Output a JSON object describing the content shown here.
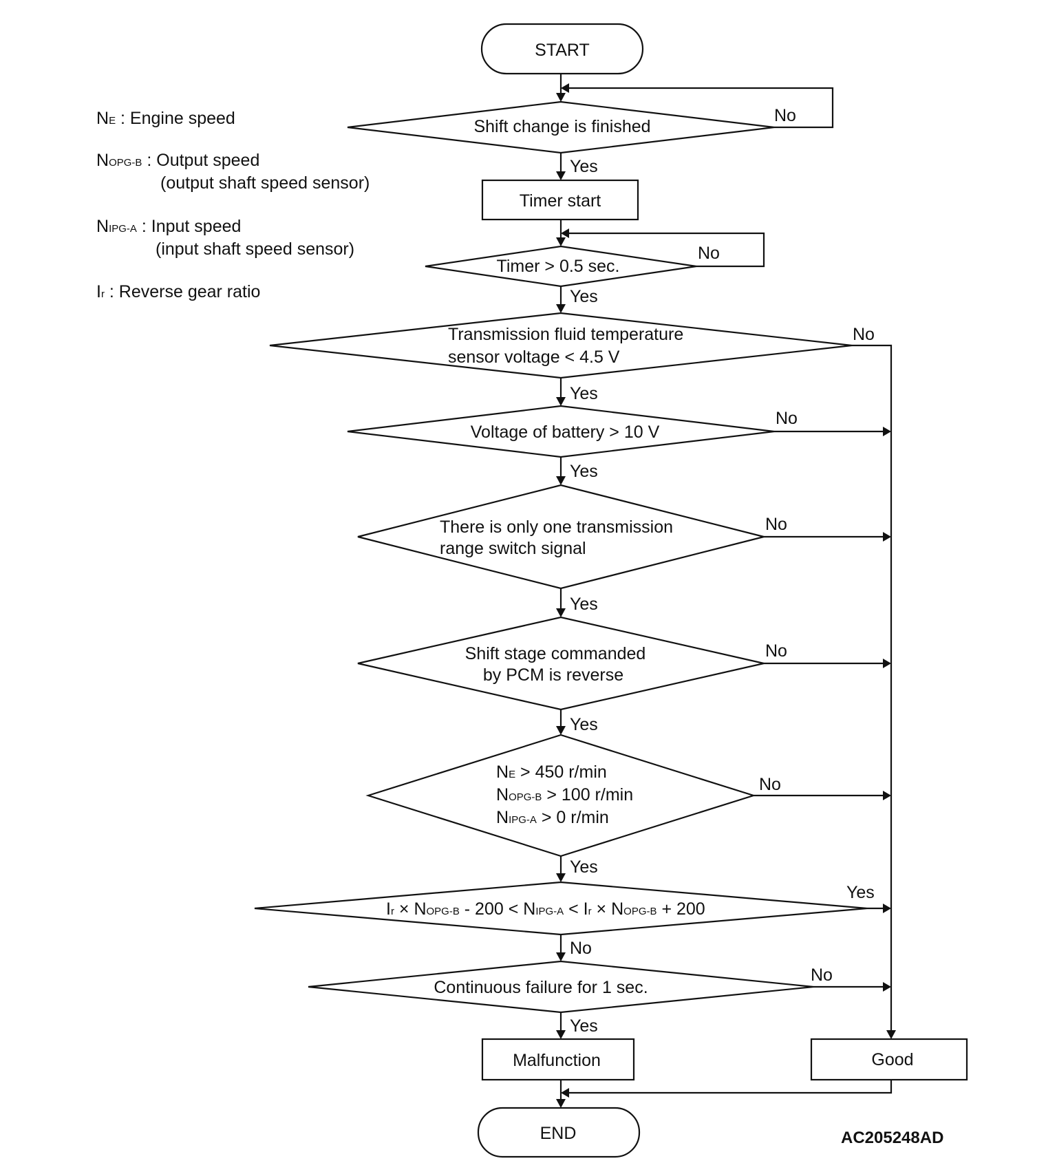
{
  "legend": {
    "ne": {
      "main": "N",
      "sub": "E",
      "desc": " : Engine speed"
    },
    "nopg": {
      "main": "N",
      "sub": "OPG-B",
      "desc": " : Output speed",
      "desc2": "(output shaft speed sensor)"
    },
    "nipg": {
      "main": "N",
      "sub": "IPG-A",
      "desc": " : Input speed",
      "desc2": "(input shaft speed sensor)"
    },
    "ir": {
      "main": "I",
      "sub": "r",
      "desc": " : Reverse gear ratio"
    }
  },
  "nodes": {
    "start": "START",
    "shift_finished": "Shift change is finished",
    "timer_start": "Timer start",
    "timer_check": "Timer > 0.5 sec.",
    "fluid_temp_1": "Transmission fluid temperature",
    "fluid_temp_2": "sensor voltage < 4.5 V",
    "battery": "Voltage of battery > 10 V",
    "range_switch_1": "There is only one transmission",
    "range_switch_2": "range switch signal",
    "shift_stage_1": "Shift stage commanded",
    "shift_stage_2": "by PCM is reverse",
    "speed_cond": {
      "ne": {
        "main": "N",
        "sub": "E",
        "rest": " > 450 r/min"
      },
      "nopg": {
        "main": "N",
        "sub": "OPG-B",
        "rest": " > 100 r/min"
      },
      "nipg": {
        "main": "N",
        "sub": "IPG-A",
        "rest": " > 0 r/min"
      }
    },
    "ratio_check": {
      "ir1": "I",
      "ir1_sub": "r",
      "x1": " × N",
      "nopg1_sub": "OPG-B",
      "mid1": " - 200 < N",
      "nipg_sub": "IPG-A",
      "mid2": " < I",
      "ir2_sub": "r",
      "x2": " × N",
      "nopg2_sub": "OPG-B",
      "end": " + 200"
    },
    "continuous": "Continuous failure for 1 sec.",
    "malfunction": "Malfunction",
    "good": "Good",
    "end": "END"
  },
  "labels": {
    "yes": "Yes",
    "no": "No"
  },
  "figure_code": "AC205248AD"
}
